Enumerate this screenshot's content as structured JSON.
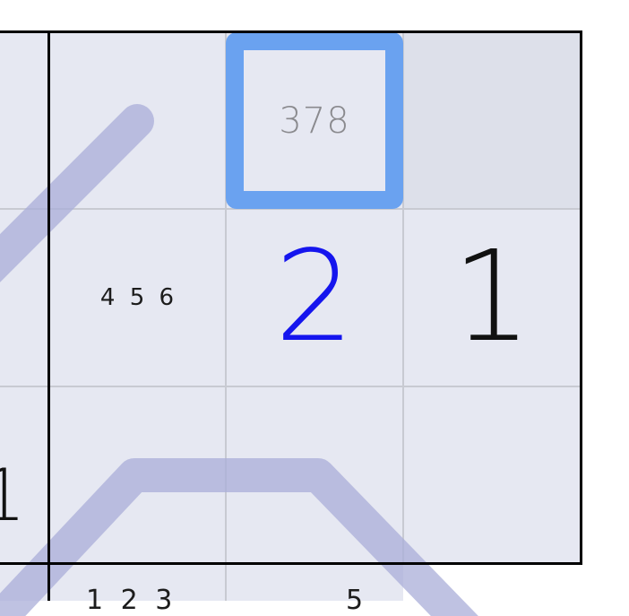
{
  "puzzle": {
    "selected_cell": {
      "center_marks": "378"
    },
    "cell_456": {
      "corner_marks": "4 5 6"
    },
    "cell_2": {
      "digit": "2",
      "kind": "user-entered"
    },
    "cell_1": {
      "digit": "1",
      "kind": "given"
    },
    "partial_left_digit": "1",
    "partial_bottom_marks": "1 2 3",
    "partial_bottom_right": "5"
  },
  "colors": {
    "cell_light": "#e6e8f2",
    "cell_dark": "#dde0ea",
    "user_digit": "#1515ee",
    "given_digit": "#111111",
    "selection": "#6aa2f0",
    "line_overlay": "#aaaed8"
  }
}
